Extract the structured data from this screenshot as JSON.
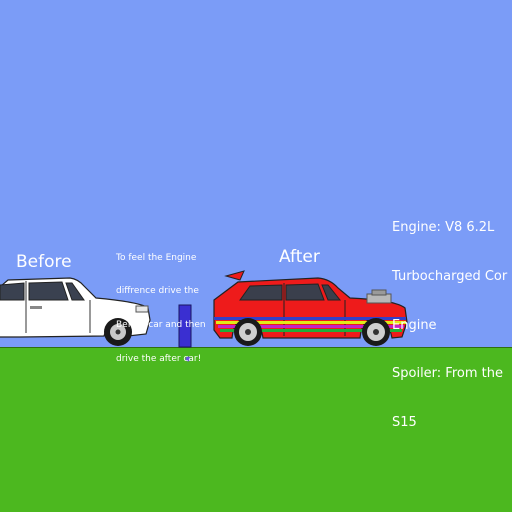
{
  "colors": {
    "sky": "#7b9cf7",
    "ground": "#4cb81f",
    "before_car": "#ffffff",
    "after_car": "#ee1b1b",
    "barrier": "#3a2fd1"
  },
  "labels": {
    "before": "Before",
    "after": "After"
  },
  "hint_lines": [
    "To feel the Engine",
    "diffrence drive the",
    "Before car and then",
    "drive the after car!"
  ],
  "spec_lines": [
    "Engine: V8 6.2L",
    "Turbocharged Cor",
    "Engine",
    "Spoiler: From the",
    "S15"
  ]
}
